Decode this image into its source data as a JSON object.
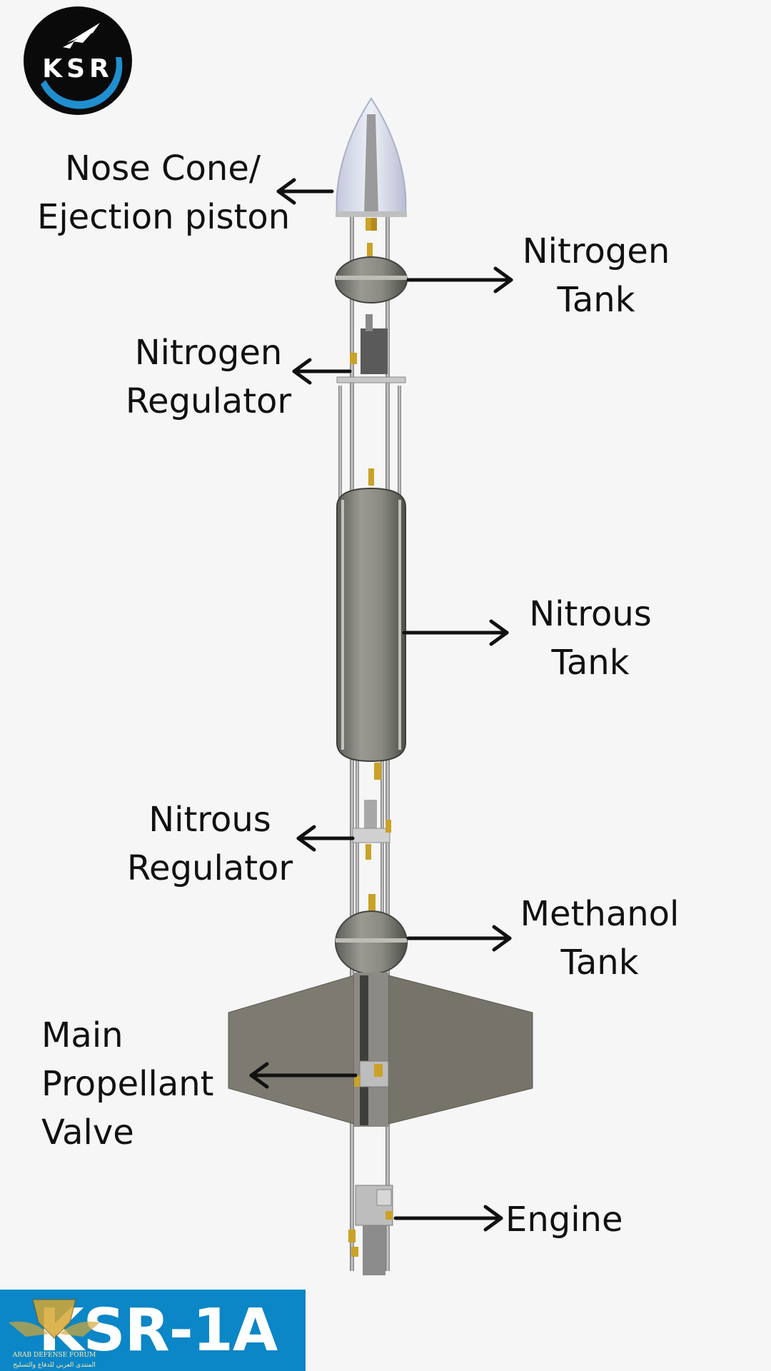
{
  "logo": {
    "text": "KSR",
    "colors": {
      "disc": "#0a0a0a",
      "ring": "#1f8fd0",
      "text": "#ffffff"
    }
  },
  "labels": {
    "nose_cone": [
      "Nose Cone/",
      "Ejection piston"
    ],
    "nitrogen_tank": [
      "Nitrogen",
      "Tank"
    ],
    "nitrogen_regulator": [
      "Nitrogen",
      "Regulator"
    ],
    "nitrous_tank": [
      "Nitrous",
      "Tank"
    ],
    "nitrous_regulator": [
      "Nitrous",
      "Regulator"
    ],
    "methanol_tank": [
      "Methanol",
      "Tank"
    ],
    "main_valve": [
      "Main",
      "Propellant",
      "Valve"
    ],
    "engine": [
      "Engine"
    ]
  },
  "title": "KSR-1A",
  "watermark": {
    "line1": "ARAB DEFENSE FORUM",
    "line2": "المنتدى العربي للدفاع والتسليح"
  },
  "colors": {
    "background": "#f6f6f6",
    "banner": "#0b86c6",
    "tank": "#8a8a82",
    "fin": "#7d7a72",
    "nosecone": "#d8dcee",
    "brass": "#c9a227",
    "arrow": "#111111"
  }
}
